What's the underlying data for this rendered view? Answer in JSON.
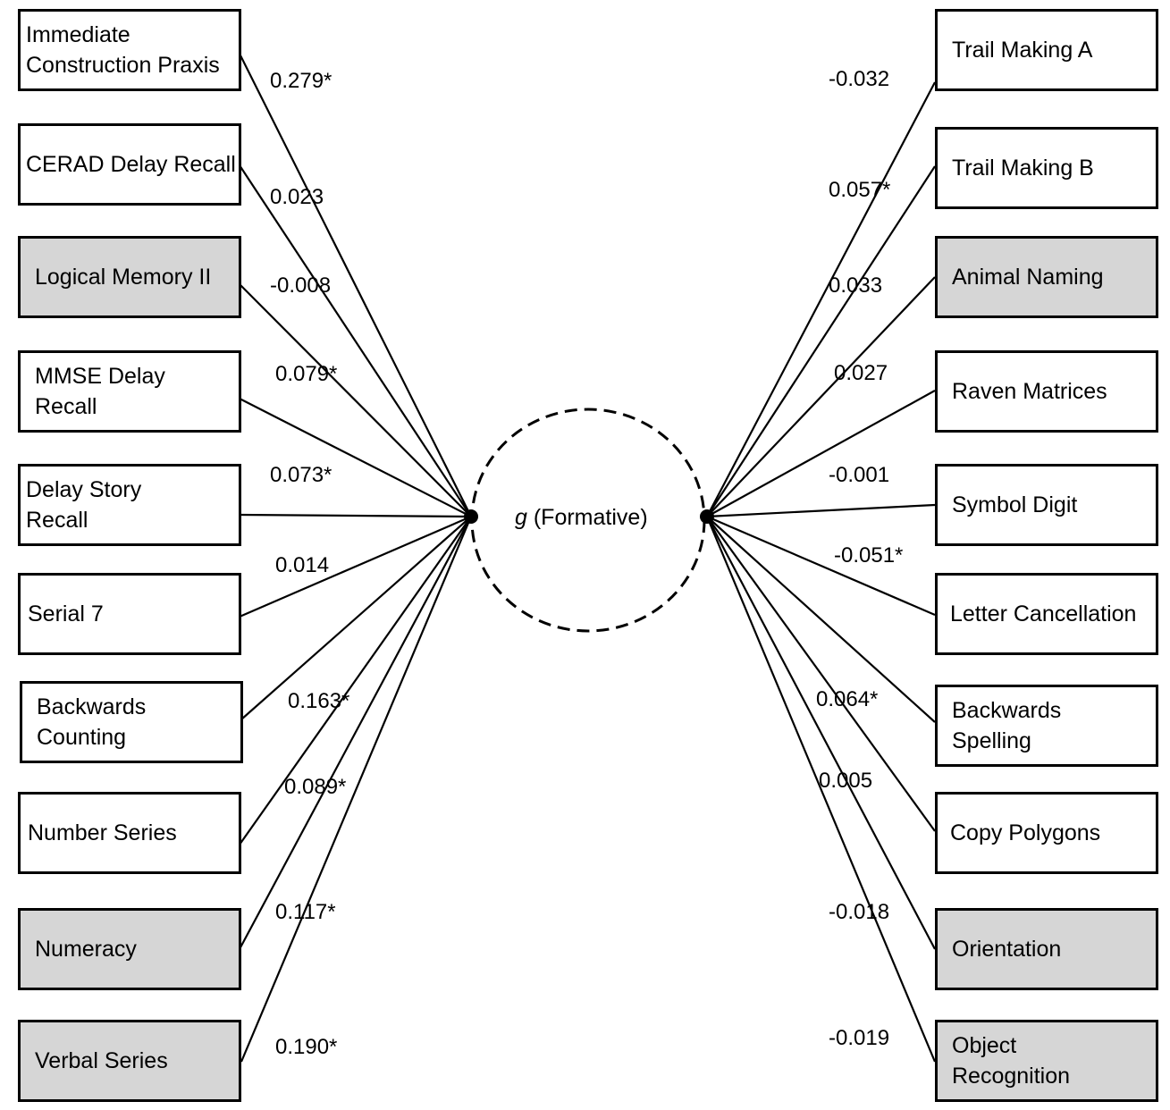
{
  "center": {
    "symbol": "g",
    "label": "(Formative)"
  },
  "left": [
    {
      "label": "Immediate\nConstruction Praxis",
      "coef": "0.279*",
      "shaded": false
    },
    {
      "label": "CERAD Delay Recall",
      "coef": "0.023",
      "shaded": false
    },
    {
      "label": "Logical Memory II",
      "coef": "-0.008",
      "shaded": true
    },
    {
      "label": "MMSE Delay\nRecall",
      "coef": "0.079*",
      "shaded": false
    },
    {
      "label": "Delay Story\nRecall",
      "coef": "0.073*",
      "shaded": false
    },
    {
      "label": "Serial 7",
      "coef": "0.014",
      "shaded": false
    },
    {
      "label": "Backwards\nCounting",
      "coef": "0.163*",
      "shaded": false
    },
    {
      "label": "Number Series",
      "coef": "0.089*",
      "shaded": false
    },
    {
      "label": "Numeracy",
      "coef": "0.117*",
      "shaded": true
    },
    {
      "label": "Verbal Series",
      "coef": "0.190*",
      "shaded": true
    }
  ],
  "right": [
    {
      "label": "Trail Making A",
      "coef": "-0.032",
      "shaded": false
    },
    {
      "label": "Trail Making B",
      "coef": "0.057*",
      "shaded": false
    },
    {
      "label": "Animal Naming",
      "coef": "0.033",
      "shaded": true
    },
    {
      "label": "Raven Matrices",
      "coef": "0.027",
      "shaded": false
    },
    {
      "label": "Symbol Digit",
      "coef": "-0.001",
      "shaded": false
    },
    {
      "label": "Letter Cancellation",
      "coef": "-0.051*",
      "shaded": false
    },
    {
      "label": "Backwards\nSpelling",
      "coef": "0.064*",
      "shaded": false
    },
    {
      "label": "Copy Polygons",
      "coef": "0.005",
      "shaded": false
    },
    {
      "label": "Orientation",
      "coef": "-0.018",
      "shaded": true
    },
    {
      "label": "Object\nRecognition",
      "coef": "-0.019",
      "shaded": true
    }
  ]
}
